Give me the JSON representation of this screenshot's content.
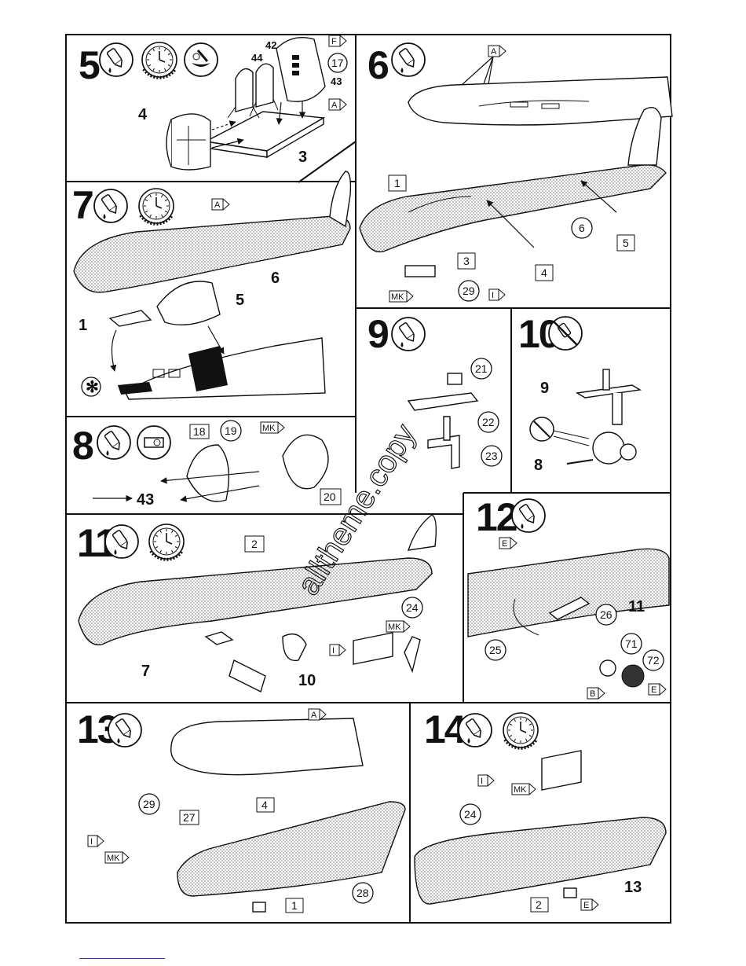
{
  "steps": {
    "s5": "5",
    "s6": "6",
    "s7": "7",
    "s8": "8",
    "s9": "9",
    "s10": "10",
    "s11": "11",
    "s12": "12",
    "s13": "13",
    "s14": "14"
  },
  "labels": {
    "p5_42": "42",
    "p5_44": "44",
    "p5_43": "43",
    "p5_17": "17",
    "p5_4": "4",
    "p5_3": "3",
    "p5_F": "F",
    "p5_A": "A",
    "p6_A": "A",
    "p6_1": "1",
    "p6_6": "6",
    "p6_5": "5",
    "p6_4": "4",
    "p6_3": "3",
    "p6_29": "29",
    "p6_MK": "MK",
    "p6_I": "I",
    "p7_A": "A",
    "p7_6": "6",
    "p7_5": "5",
    "p7_1": "1",
    "p7_star": "✻",
    "p8_18": "18",
    "p8_19": "19",
    "p8_MK": "MK",
    "p8_20": "20",
    "p8_43": "43",
    "p9_21": "21",
    "p9_22": "22",
    "p9_23": "23",
    "p10_9": "9",
    "p10_8": "8",
    "p11_2": "2",
    "p11_24": "24",
    "p11_MK": "MK",
    "p11_I": "I",
    "p11_7": "7",
    "p11_10": "10",
    "p12_E": "E",
    "p12_11": "11",
    "p12_26": "26",
    "p12_25": "25",
    "p12_71": "71",
    "p12_72": "72",
    "p12_B": "B",
    "p12_E2": "E",
    "p13_A": "A",
    "p13_29": "29",
    "p13_27": "27",
    "p13_4": "4",
    "p13_I": "I",
    "p13_MK": "MK",
    "p13_28": "28",
    "p13_1": "1",
    "p14_I": "I",
    "p14_MK": "MK",
    "p14_24": "24",
    "p14_13": "13",
    "p14_2": "2",
    "p14_E": "E"
  },
  "icons": {
    "glue": "glue-tube-icon",
    "clock": "drying-clock-icon",
    "paint": "paint-brush-icon",
    "no_glue": "no-glue-icon",
    "decal": "decal-icon"
  },
  "watermark": "alltheme.copy"
}
